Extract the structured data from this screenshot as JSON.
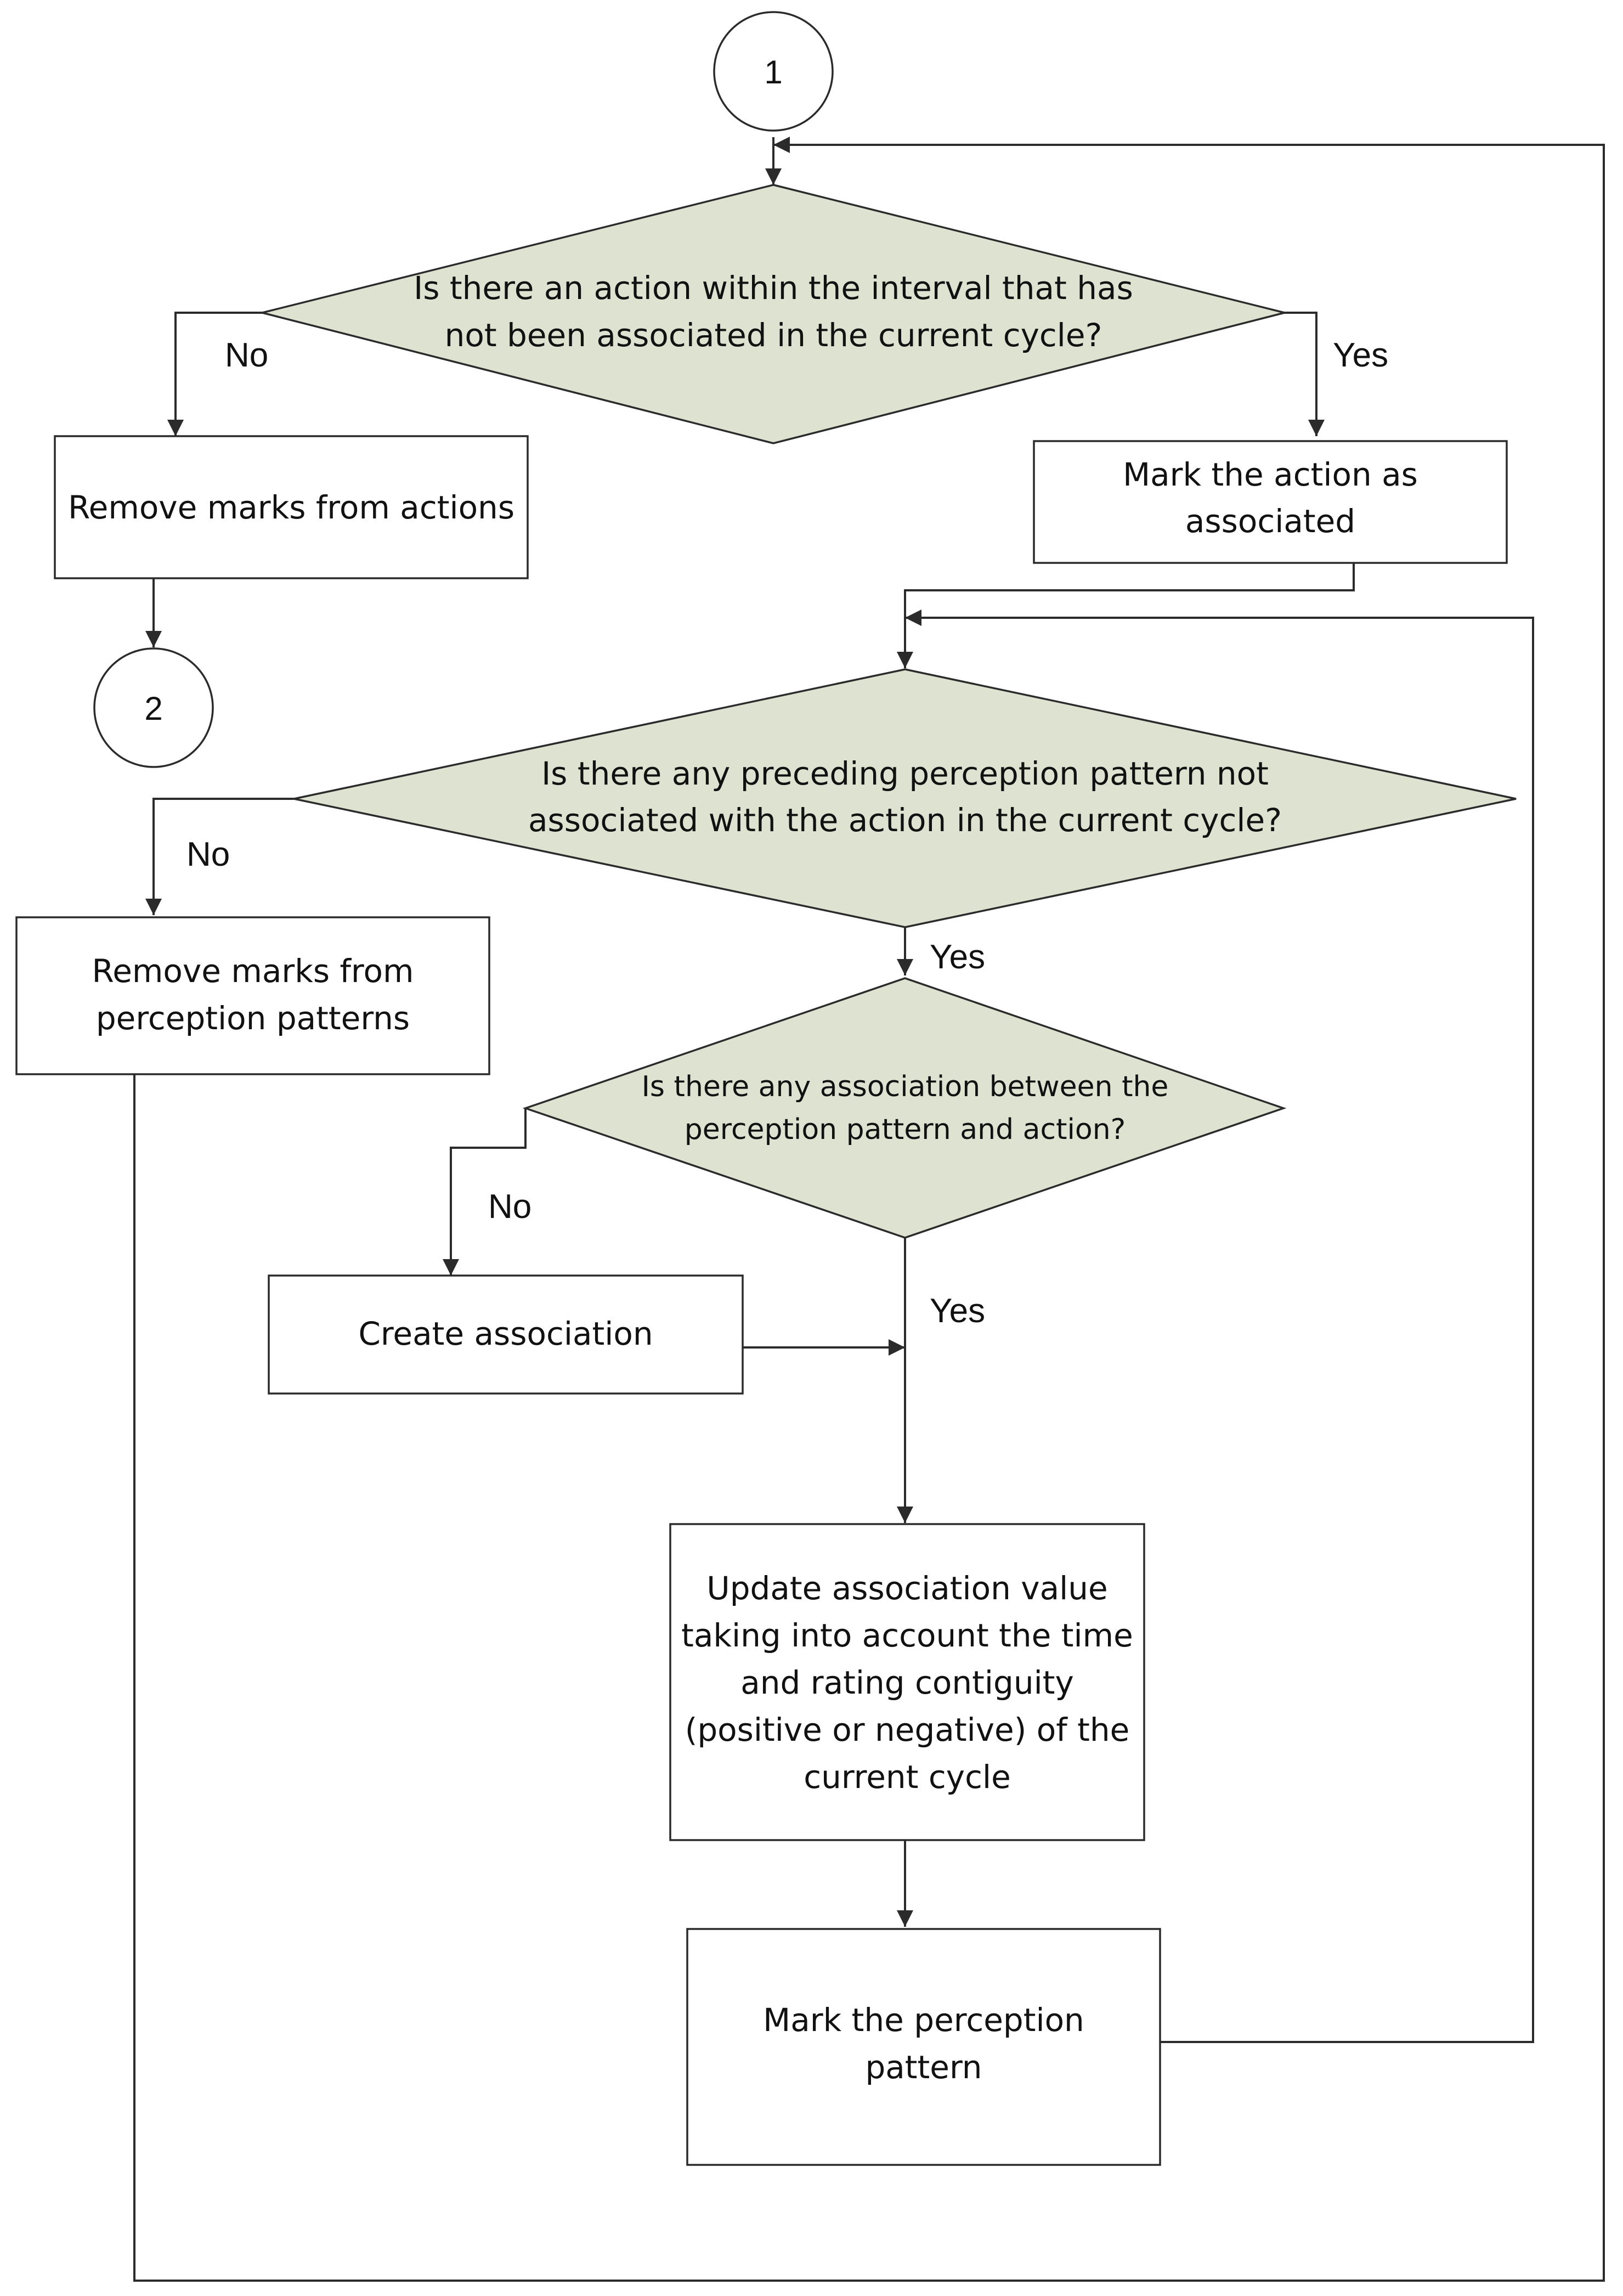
{
  "colors": {
    "diamond_fill": "#dde2d1",
    "box_fill": "#ffffff",
    "line": "#2b2b2b"
  },
  "connectors": {
    "start": "1",
    "end": "2"
  },
  "nodes": {
    "decision_action": [
      "Is there an action within the interval that has",
      "not been associated in the current cycle?"
    ],
    "remove_marks_actions": [
      "Remove marks from actions"
    ],
    "mark_action": [
      "Mark the action as",
      "associated"
    ],
    "decision_perception": [
      "Is there any preceding perception pattern not",
      "associated with the action in the current cycle?"
    ],
    "remove_marks_patterns": [
      "Remove marks from",
      "perception patterns"
    ],
    "decision_association": [
      "Is there any association between the",
      "perception pattern and action?"
    ],
    "create_association": [
      "Create association"
    ],
    "update_association": [
      "Update association value",
      "taking into account the time",
      "and rating contiguity",
      "(positive or negative) of the",
      "current cycle"
    ],
    "mark_pattern": [
      "Mark the perception",
      "pattern"
    ]
  },
  "edge_labels": {
    "no_1": "No",
    "yes_1": "Yes",
    "no_2": "No",
    "yes_2": "Yes",
    "no_3": "No",
    "yes_3": "Yes"
  }
}
